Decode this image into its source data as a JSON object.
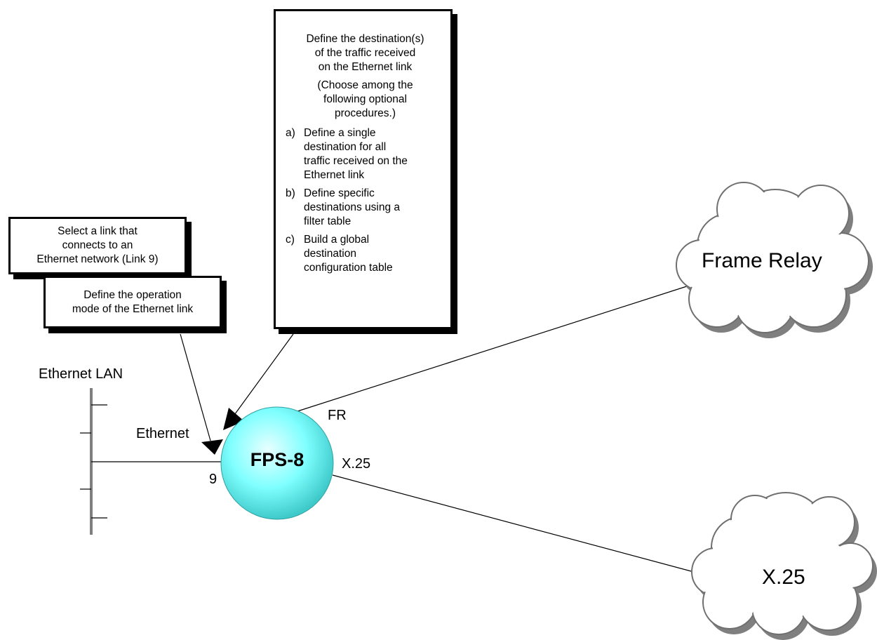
{
  "boxes": {
    "destination": {
      "title": "Define the destination(s)\nof the traffic received\non the Ethernet link",
      "subtitle": "(Choose among the\nfollowing optional\nprocedures.)",
      "options": [
        {
          "letter": "a)",
          "text": "Define a single\ndestination for all\ntraffic received on the\nEthernet link"
        },
        {
          "letter": "b)",
          "text": "Define specific\ndestinations using a\nfilter table"
        },
        {
          "letter": "c)",
          "text": "Build a global\ndestination\nconfiguration table"
        }
      ]
    },
    "select_link": {
      "text": "Select a link that\nconnects to an\nEthernet network (Link 9)"
    },
    "operation_mode": {
      "text": "Define the operation\nmode of the Ethernet link"
    }
  },
  "labels": {
    "lan": "Ethernet LAN",
    "ethernet_port": "Ethernet",
    "port_number": "9",
    "fr_port": "FR",
    "x25_port": "X.25",
    "node": "FPS-8"
  },
  "clouds": {
    "frame_relay": "Frame Relay",
    "x25": "X.25"
  },
  "colors": {
    "node_fill": "#7fffff",
    "node_highlight": "#e9ffff",
    "node_shade": "#2fb5b5",
    "cloud_shadow": "#7f7f7f",
    "cloud_fill": "#ffffff",
    "line": "#000000"
  }
}
